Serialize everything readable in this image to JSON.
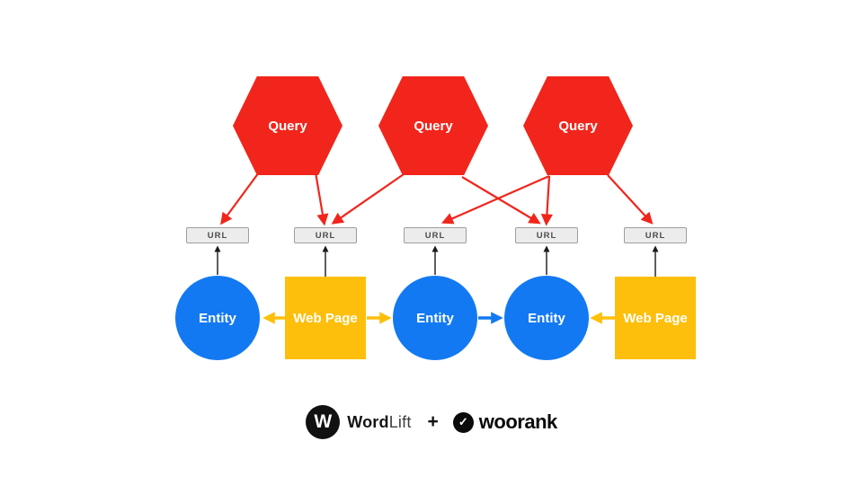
{
  "page": {
    "background": "#FFFFFF",
    "description": "Diagram of queries mapping to URLs backed by entities and web pages"
  },
  "diagram": {
    "queries": [
      {
        "label": "Query"
      },
      {
        "label": "Query"
      },
      {
        "label": "Query"
      }
    ],
    "urls": [
      {
        "label": "URL"
      },
      {
        "label": "URL"
      },
      {
        "label": "URL"
      },
      {
        "label": "URL"
      },
      {
        "label": "URL"
      }
    ],
    "nodes": [
      {
        "type": "entity",
        "label": "Entity"
      },
      {
        "type": "webpage",
        "label": "Web Page"
      },
      {
        "type": "entity",
        "label": "Entity"
      },
      {
        "type": "entity",
        "label": "Entity"
      },
      {
        "type": "webpage",
        "label": "Web Page"
      }
    ],
    "connections": {
      "query_to_url": [
        {
          "from": "query-1",
          "to": "url-1"
        },
        {
          "from": "query-1",
          "to": "url-2"
        },
        {
          "from": "query-2",
          "to": "url-2"
        },
        {
          "from": "query-2",
          "to": "url-4"
        },
        {
          "from": "query-3",
          "to": "url-3"
        },
        {
          "from": "query-3",
          "to": "url-4"
        },
        {
          "from": "query-3",
          "to": "url-5"
        }
      ],
      "node_to_url": [
        {
          "from": "entity-1",
          "to": "url-1"
        },
        {
          "from": "webpage-1",
          "to": "url-2"
        },
        {
          "from": "entity-2",
          "to": "url-3"
        },
        {
          "from": "entity-3",
          "to": "url-4"
        },
        {
          "from": "webpage-2",
          "to": "url-5"
        }
      ],
      "node_to_node": [
        {
          "from": "webpage-1",
          "to": "entity-1",
          "color": "yellow",
          "direction": "left"
        },
        {
          "from": "webpage-1",
          "to": "entity-2",
          "color": "yellow",
          "direction": "right"
        },
        {
          "from": "entity-2",
          "to": "entity-3",
          "color": "blue",
          "direction": "right"
        },
        {
          "from": "webpage-2",
          "to": "entity-3",
          "color": "yellow",
          "direction": "left"
        }
      ]
    },
    "colors": {
      "query_red": "#F1251B",
      "entity_blue": "#1379F2",
      "webpage_yellow": "#FDBF0B",
      "url_fill": "#ECECEC",
      "url_border": "#9E9E9E",
      "url_text": "#4D4D4D",
      "connector_black": "#1A1A1A"
    }
  },
  "footer": {
    "wordlift": {
      "icon_letter": "W",
      "name_bold": "Word",
      "name_light": "Lift"
    },
    "plus_sign": "+",
    "woorank": {
      "check": "✓",
      "name": "woorank"
    }
  }
}
